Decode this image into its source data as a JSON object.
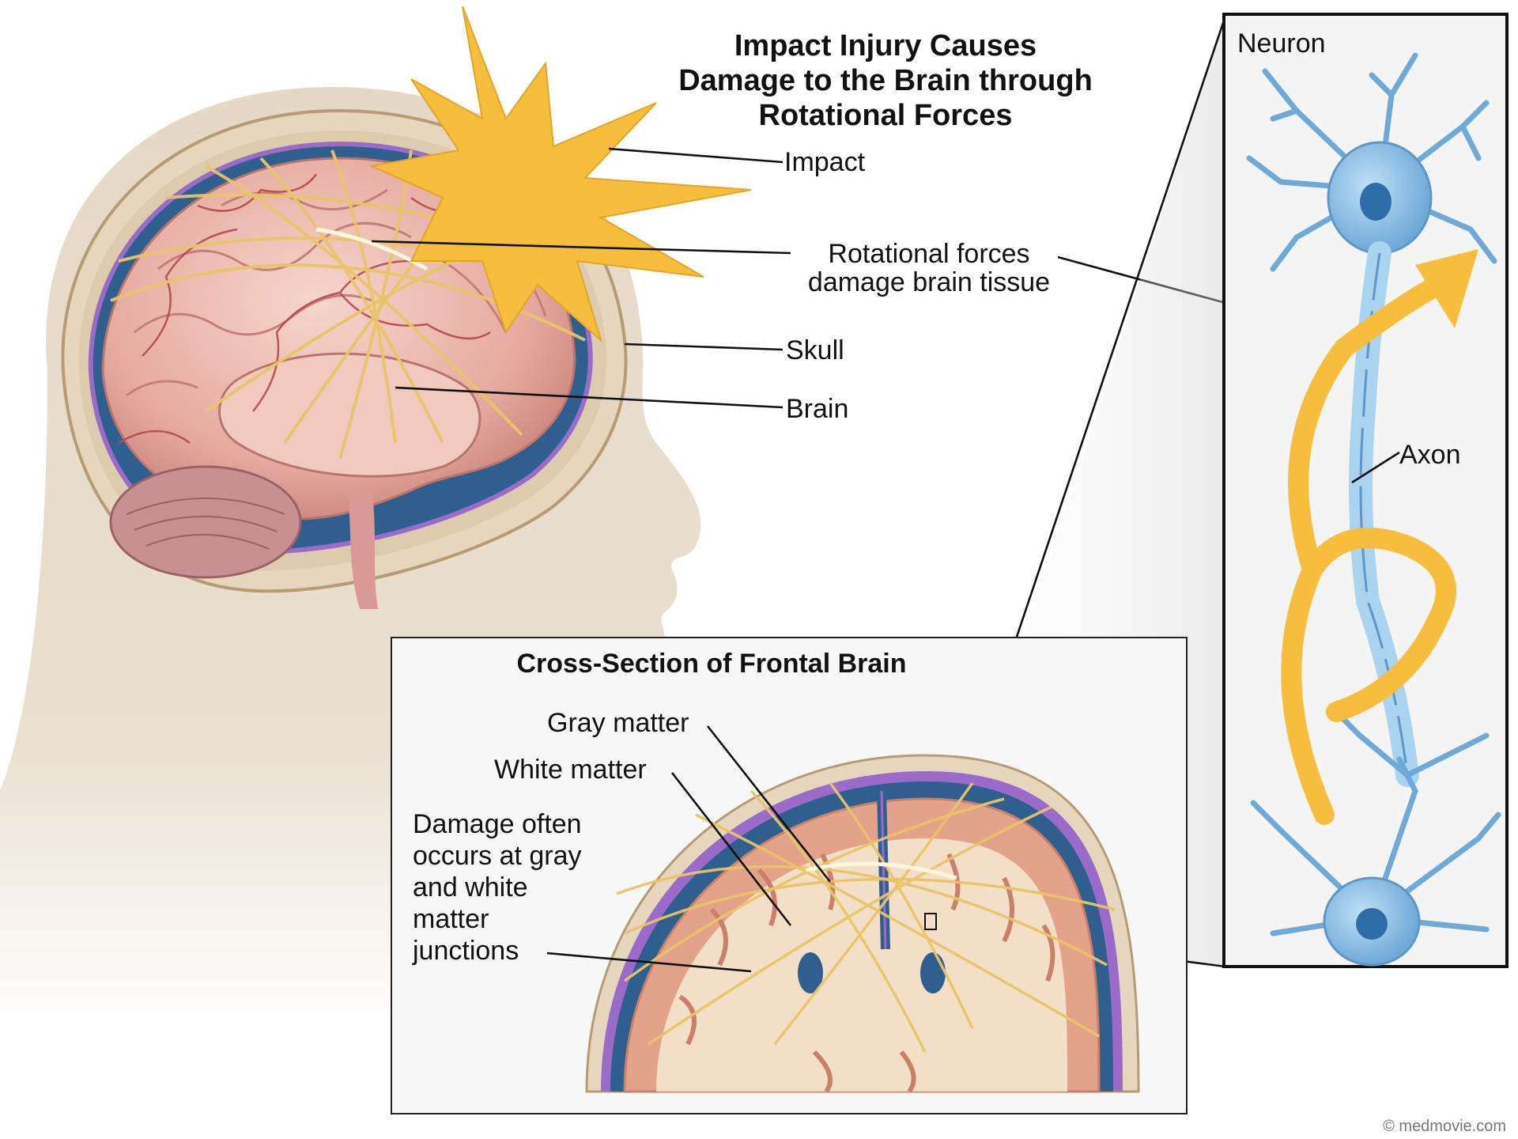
{
  "title_lines": [
    "Impact Injury Causes",
    "Damage to the Brain through",
    "Rotational Forces"
  ],
  "labels": {
    "impact": "Impact",
    "rotational_lines": [
      "Rotational forces",
      "damage brain tissue"
    ],
    "skull": "Skull",
    "brain": "Brain",
    "neuron": "Neuron",
    "axon": "Axon"
  },
  "cross_section": {
    "title": "Cross-Section of Frontal Brain",
    "gray_matter": "Gray matter",
    "white_matter": "White matter",
    "damage_lines": [
      "Damage often",
      "occurs at gray",
      "and white",
      "matter",
      "junctions"
    ]
  },
  "credit": "© medmovie.com",
  "colors": {
    "impact_star": "#F6BE3C",
    "force_lines": "#E9C46A",
    "brain_pink": "#E8A9A0",
    "vessels": "#B8484A",
    "skull": "#E7D6BE",
    "skin": "#E6D8C6",
    "neuron_blue": "#7FB8E0",
    "csf_blue": "#2F5F8E",
    "membrane_purple": "#9A6BC8"
  }
}
